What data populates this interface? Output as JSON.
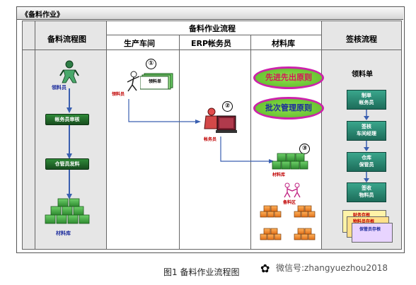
{
  "title": "《备料作业》",
  "columns": {
    "left_header": "备料流程图",
    "middle_header": "备料作业流程",
    "right_header": "签核流程",
    "sub_headers": [
      "生产车间",
      "ERP帐务员",
      "材料库"
    ]
  },
  "left_flow": {
    "person_label": "领料员",
    "step1": "帐务员审核",
    "step2": "仓管员发料",
    "stack_label": "材料库"
  },
  "middle": {
    "circled_1": "①",
    "circled_2": "②",
    "circled_3": "③",
    "workshop_person_label": "领料员",
    "form_label": "领料单",
    "erp_person_label": "帐务员",
    "store_label": "材料库",
    "area_label": "备料区",
    "principle_1": "先进先出原则",
    "principle_2": "批次管理原则"
  },
  "signoff": {
    "header_item": "领料单",
    "box1": [
      "制单",
      "帐务员"
    ],
    "box2": [
      "签核",
      "车间经理"
    ],
    "box3": [
      "仓库",
      "保管员"
    ],
    "box4": [
      "签收",
      "物料员"
    ],
    "docs": [
      "财务存根",
      "物料员存根",
      "保管员存根"
    ]
  },
  "caption": "图1   备料作业流程图",
  "watermark": "微信号:zhangyuezhou2018",
  "colors": {
    "line_blue": "#3a5fb0",
    "green_button": "#2f8a38",
    "teal_box": "#2a8b74",
    "oval_border": "#cc22aa",
    "oval_fill": "#7cd03e"
  }
}
